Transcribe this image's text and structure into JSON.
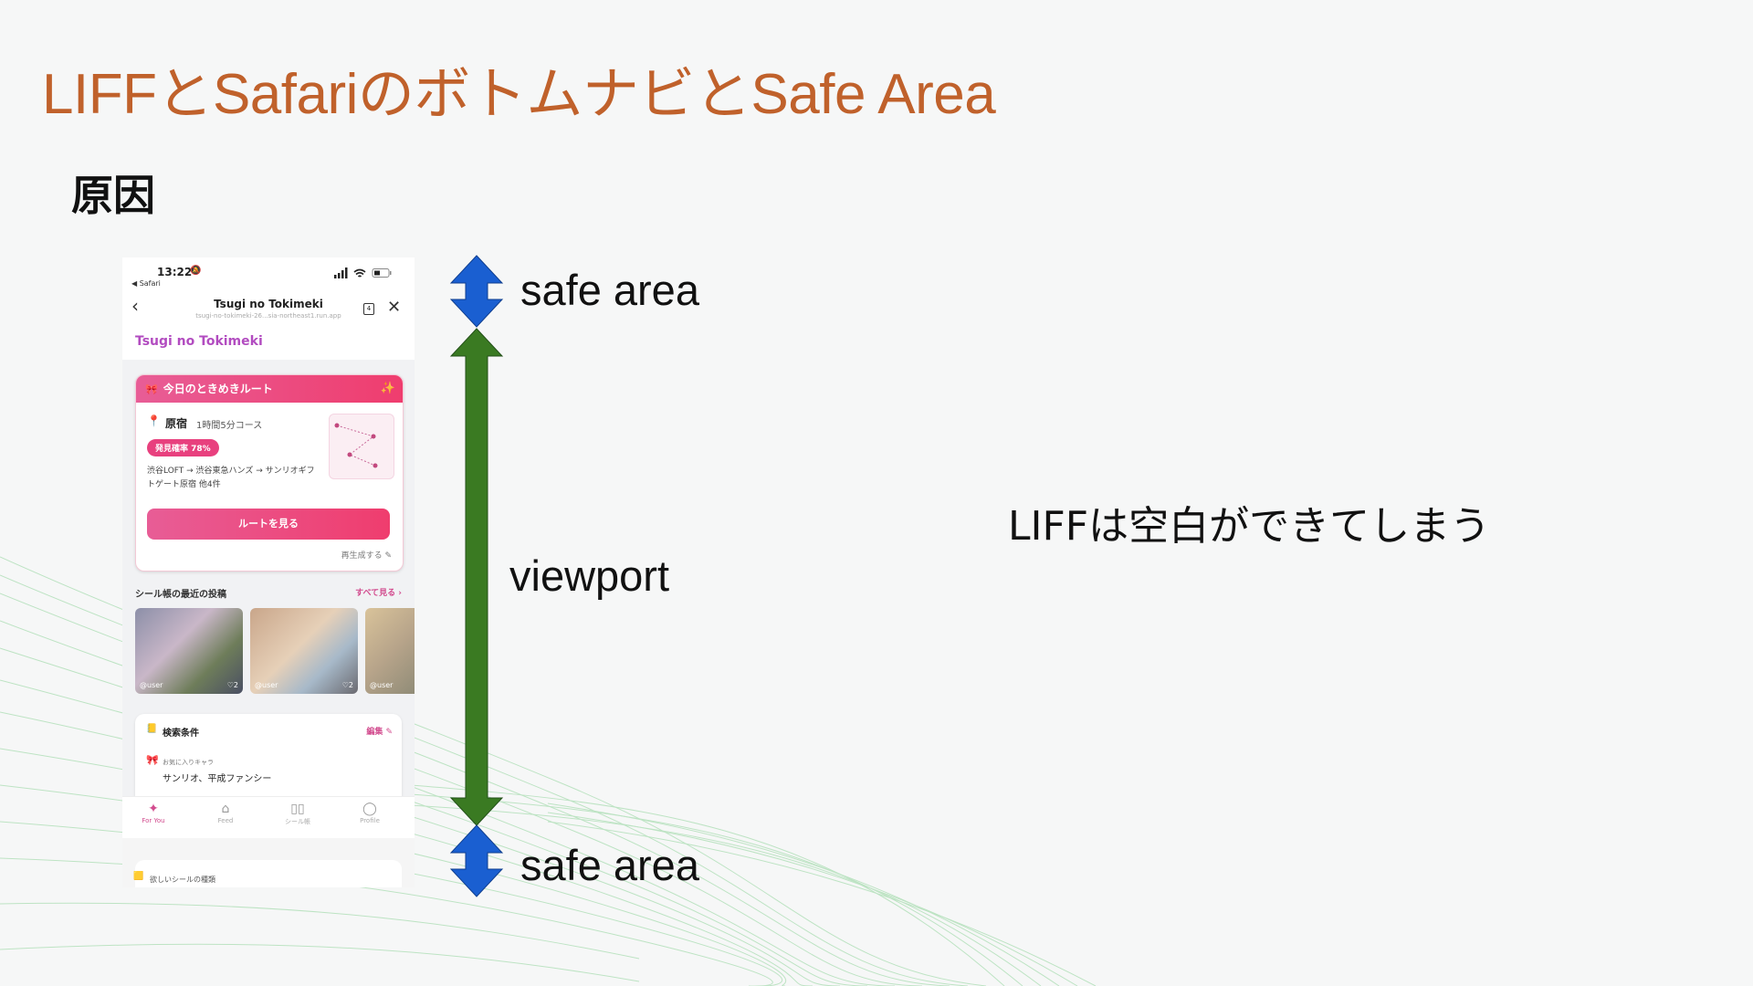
{
  "slide": {
    "title": "LIFFとSafariのボトムナビとSafe Area",
    "section": "原因",
    "labels": {
      "safe_area_top": "safe area",
      "viewport": "viewport",
      "safe_area_bottom": "safe area"
    },
    "note": "LIFFは空白ができてしまう",
    "colors": {
      "title": "#c0612b",
      "safe_area_arrow": "#1a5fd1",
      "viewport_arrow": "#3a7a22"
    }
  },
  "phone": {
    "status": {
      "time": "13:22",
      "back_app": "◀ Safari",
      "bell_icon": "bell-slash-icon"
    },
    "browser": {
      "page_name": "Tsugi no Tokimeki",
      "url": "tsugi-no-tokimeki-26...sia-northeast1.run.app",
      "share_badge": "4"
    },
    "app_brand": "Tsugi no Tokimeki",
    "route_card": {
      "header": "今日のときめきルート",
      "place": "原宿",
      "duration": "1時間5分コース",
      "probability": "発見確率 78%",
      "stops": "渋谷LOFT → 渋谷東急ハンズ → サンリオギフトゲート原宿 他4件",
      "button": "ルートを見る",
      "regenerate": "再生成する ✎"
    },
    "posts": {
      "heading": "シール帳の最近の投稿",
      "see_all": "すべて見る ›",
      "items": [
        {
          "user": "@user",
          "likes": "♡2"
        },
        {
          "user": "@user",
          "likes": "♡2"
        },
        {
          "user": "@user",
          "likes": ""
        }
      ]
    },
    "search": {
      "title": "検索条件",
      "edit": "編集 ✎",
      "fav_label": "お気に入りキャラ",
      "fav_value": "サンリオ、平成ファンシー"
    },
    "tabs": [
      {
        "label": "For You",
        "icon": "sparkle-icon"
      },
      {
        "label": "Feed",
        "icon": "home-icon"
      },
      {
        "label": "シール帳",
        "icon": "book-icon"
      },
      {
        "label": "Profile",
        "icon": "person-icon"
      }
    ],
    "wish_label": "欲しいシールの種類"
  }
}
